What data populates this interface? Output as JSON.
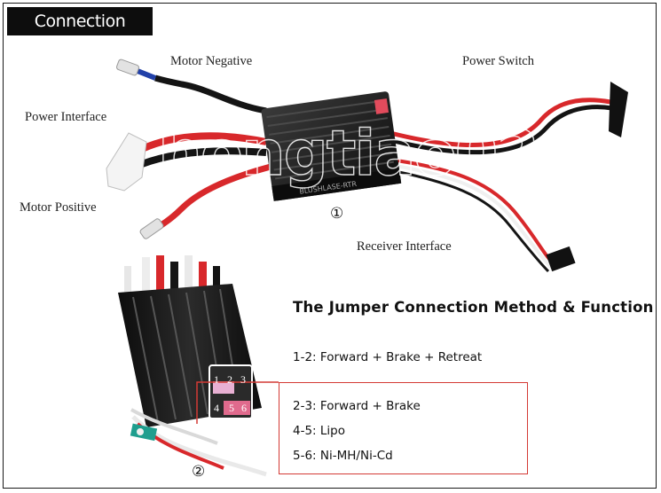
{
  "header": {
    "title": "Connection Method"
  },
  "labels": {
    "motor_negative": "Motor Negative",
    "power_switch": "Power Switch",
    "power_interface": "Power Interface",
    "motor_positive": "Motor Positive",
    "receiver_interface": "Receiver Interface",
    "marker_1": "①",
    "marker_2": "②"
  },
  "esc_label": "BLUSHLASE-RTR",
  "watermark": "hongtiao020",
  "jumper": {
    "title": "The Jumper Connection Method & Function",
    "items": [
      {
        "pins": "1-2:",
        "function": "Forward + Brake + Retreat"
      },
      {
        "pins": "2-3:",
        "function": "Forward + Brake"
      },
      {
        "pins": "4-5:",
        "function": "Lipo"
      },
      {
        "pins": "5-6:",
        "function": "Ni-MH/Ni-Cd"
      }
    ],
    "pin_numbers": [
      "1",
      "2",
      "3",
      "4",
      "5",
      "6"
    ]
  },
  "colors": {
    "box_border": "#d43a35",
    "wire_red": "#d8282b",
    "wire_black": "#141414",
    "heatsink": "#1b1b1b"
  }
}
